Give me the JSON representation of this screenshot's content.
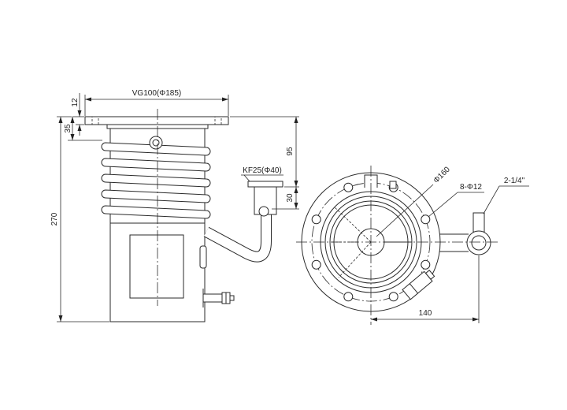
{
  "side_view": {
    "flange_label": "VG100(Φ185)",
    "flange_thickness": "12",
    "coil_offset": "35",
    "total_height": "270",
    "port_label": "KF25(Φ40)",
    "port_height": "95",
    "port_offset": "30"
  },
  "top_view": {
    "bolt_circle": "Φ160",
    "bolt_holes": "8-Φ12",
    "fitting": "2-1/4\"",
    "fitting_offset": "140"
  },
  "colors": {
    "line": "#2a2a2a",
    "background": "#ffffff"
  }
}
